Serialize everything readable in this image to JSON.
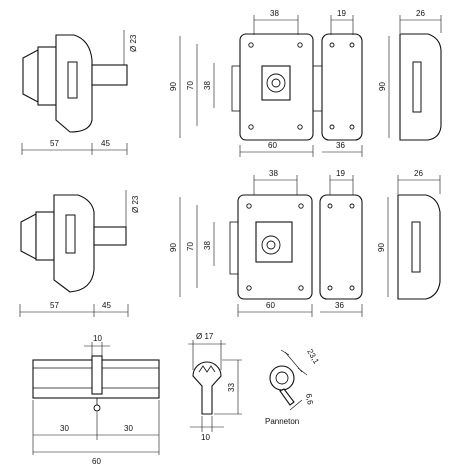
{
  "top_row": {
    "cylinder_diameter": "Ø 23",
    "body_length": "57",
    "projection": "45",
    "plate_width": "38",
    "plate_height": "90",
    "inner_height_70": "70",
    "inner_height_38": "38",
    "plate_base_width": "60",
    "keeper_width": "19",
    "keeper_base_width": "36",
    "side_depth": "26",
    "side_height": "90"
  },
  "middle_row": {
    "cylinder_diameter": "Ø 23",
    "body_length": "57",
    "projection": "45",
    "plate_width": "38",
    "plate_height": "90",
    "inner_height_70": "70",
    "inner_height_38": "38",
    "plate_base_width": "60",
    "keeper_width": "19",
    "keeper_base_width": "36",
    "side_depth": "26",
    "side_height": "90"
  },
  "bottom_row": {
    "cam_width": "10",
    "half_length_left": "30",
    "half_length_right": "30",
    "total_length": "60",
    "profile_diameter": "Ø 17",
    "profile_height": "33",
    "profile_base": "10",
    "panneton_radius": "23,1",
    "panneton_offset": "6,6",
    "panneton_label": "Panneton"
  }
}
